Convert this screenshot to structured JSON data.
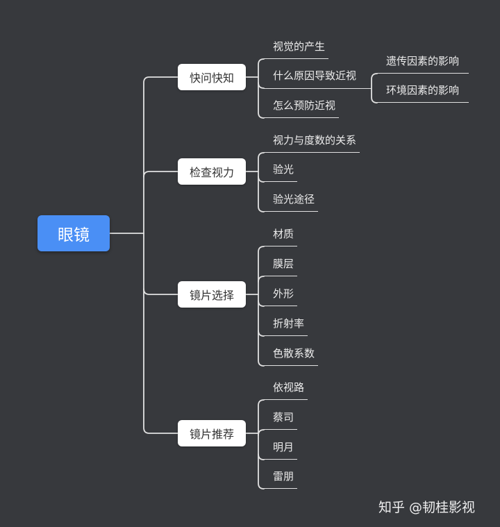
{
  "colors": {
    "background": "#37393d",
    "root": "#4a8ff5",
    "node": "#ffffff",
    "line": "#e2e2e2"
  },
  "root": {
    "label": "眼镜"
  },
  "branches": [
    {
      "label": "快问快知",
      "children": [
        {
          "label": "视觉的产生"
        },
        {
          "label": "什么原因导致近视",
          "children": [
            {
              "label": "遗传因素的影响"
            },
            {
              "label": "环境因素的影响"
            }
          ]
        },
        {
          "label": "怎么预防近视"
        }
      ]
    },
    {
      "label": "检查视力",
      "children": [
        {
          "label": "视力与度数的关系"
        },
        {
          "label": "验光"
        },
        {
          "label": "验光途径"
        }
      ]
    },
    {
      "label": "镜片选择",
      "children": [
        {
          "label": "材质"
        },
        {
          "label": "膜层"
        },
        {
          "label": "外形"
        },
        {
          "label": "折射率"
        },
        {
          "label": "色散系数"
        }
      ]
    },
    {
      "label": "镜片推荐",
      "children": [
        {
          "label": "依视路"
        },
        {
          "label": "蔡司"
        },
        {
          "label": "明月"
        },
        {
          "label": "雷朋"
        }
      ]
    }
  ],
  "watermark": "知乎 @韧桂影视"
}
